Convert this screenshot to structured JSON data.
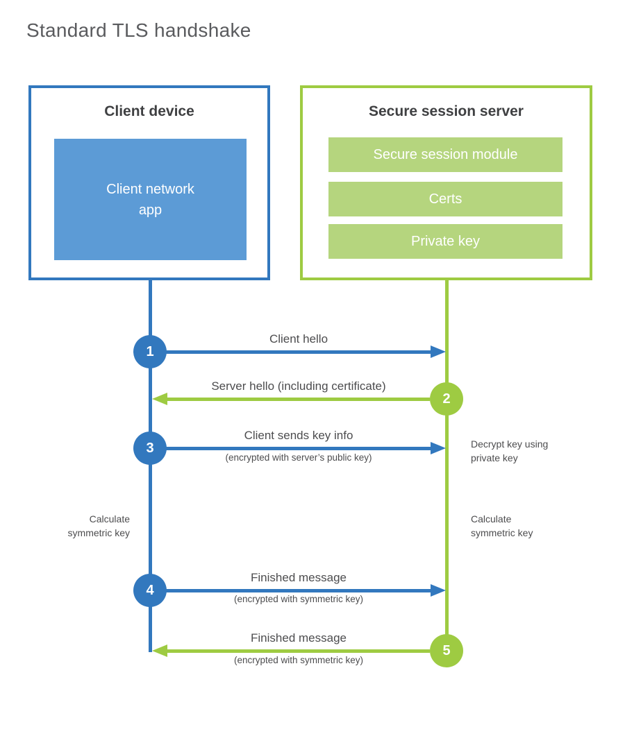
{
  "title": "Standard TLS handshake",
  "colors": {
    "blue_line": "#3278BE",
    "blue_fill": "#5C9BD6",
    "green_line": "#9ECB42",
    "green_fill": "#B5D57E",
    "heading_text": "#3F4042",
    "body_text": "#4C4C4E",
    "title_text": "#5A5B5E"
  },
  "client": {
    "heading": "Client device",
    "module": "Client network\napp"
  },
  "server": {
    "heading": "Secure session server",
    "modules": [
      "Secure session module",
      "Certs",
      "Private key"
    ]
  },
  "steps": [
    {
      "num": "1",
      "label": "Client hello",
      "sub": "",
      "direction": "right",
      "color": "blue"
    },
    {
      "num": "2",
      "label": "Server hello (including certificate)",
      "sub": "",
      "direction": "left",
      "color": "green"
    },
    {
      "num": "3",
      "label": "Client sends key info",
      "sub": "(encrypted with server’s public key)",
      "direction": "right",
      "color": "blue"
    },
    {
      "num": "4",
      "label": "Finished message",
      "sub": "(encrypted with symmetric key)",
      "direction": "right",
      "color": "blue"
    },
    {
      "num": "5",
      "label": "Finished message",
      "sub": "(encrypted with symmetric key)",
      "direction": "left",
      "color": "green"
    }
  ],
  "annotations": {
    "decrypt": "Decrypt key using\nprivate key",
    "calc_left": "Calculate\nsymmetric key",
    "calc_right": "Calculate\nsymmetric key"
  }
}
